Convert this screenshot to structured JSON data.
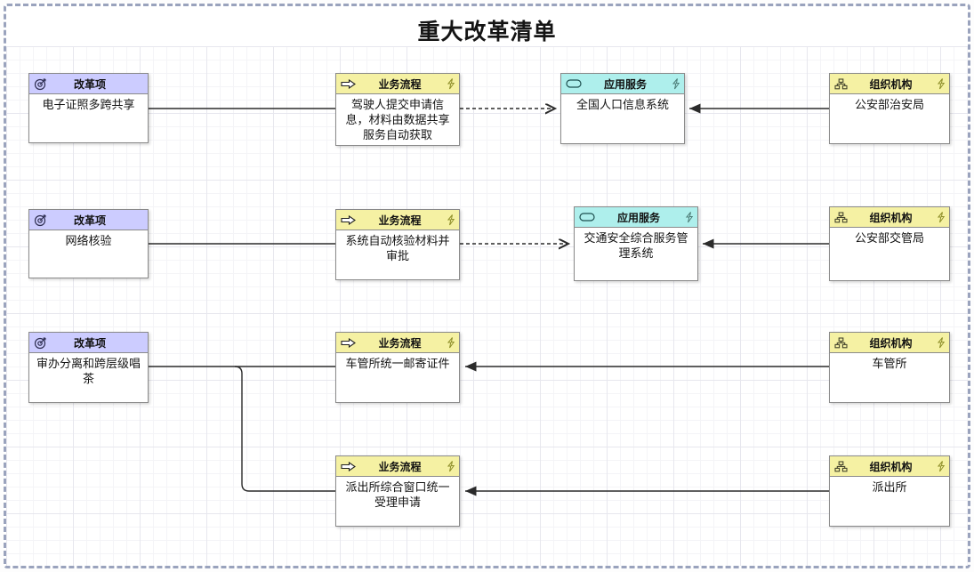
{
  "title": "重大改革清单",
  "colors": {
    "reform_header": "#ccccff",
    "business_header": "#f5f1a3",
    "application_header": "#aeefec",
    "organization_header": "#f5f1a3",
    "canvas_border": "#9aa3bd",
    "edge": "#2b2b2b"
  },
  "type_labels": {
    "reform": "改革项",
    "business": "业务流程",
    "application": "应用服务",
    "organization": "组织机构"
  },
  "nodes": [
    {
      "id": "r1",
      "type": "reform",
      "type_label": "改革项",
      "name": "电子证照多跨共享"
    },
    {
      "id": "b1",
      "type": "business",
      "type_label": "业务流程",
      "name": "驾驶人提交申请信息，材料由数据共享服务自动获取"
    },
    {
      "id": "a1",
      "type": "application",
      "type_label": "应用服务",
      "name": "全国人口信息系统"
    },
    {
      "id": "o1",
      "type": "organization",
      "type_label": "组织机构",
      "name": "公安部治安局"
    },
    {
      "id": "r2",
      "type": "reform",
      "type_label": "改革项",
      "name": "网络核验"
    },
    {
      "id": "b2",
      "type": "business",
      "type_label": "业务流程",
      "name": "系统自动核验材料并审批"
    },
    {
      "id": "a2",
      "type": "application",
      "type_label": "应用服务",
      "name": "交通安全综合服务管理系统"
    },
    {
      "id": "o2",
      "type": "organization",
      "type_label": "组织机构",
      "name": "公安部交管局"
    },
    {
      "id": "r3",
      "type": "reform",
      "type_label": "改革项",
      "name": "审办分离和跨层级唱茶"
    },
    {
      "id": "b3",
      "type": "business",
      "type_label": "业务流程",
      "name": "车管所统一邮寄证件"
    },
    {
      "id": "o3",
      "type": "organization",
      "type_label": "组织机构",
      "name": "车管所"
    },
    {
      "id": "b4",
      "type": "business",
      "type_label": "业务流程",
      "name": "派出所综合窗口统一受理申请"
    },
    {
      "id": "o4",
      "type": "organization",
      "type_label": "组织机构",
      "name": "派出所"
    }
  ],
  "edges": [
    {
      "from": "r1",
      "to": "b1",
      "style": "solid-plain"
    },
    {
      "from": "b1",
      "to": "a1",
      "style": "dashed-open-arrow"
    },
    {
      "from": "o1",
      "to": "a1",
      "style": "solid-filled-arrow"
    },
    {
      "from": "r2",
      "to": "b2",
      "style": "solid-plain"
    },
    {
      "from": "b2",
      "to": "a2",
      "style": "dashed-open-arrow"
    },
    {
      "from": "o2",
      "to": "a2",
      "style": "solid-filled-arrow"
    },
    {
      "from": "r3",
      "to": "b3",
      "style": "solid-plain"
    },
    {
      "from": "r3",
      "to": "b4",
      "style": "solid-plain-elbow"
    },
    {
      "from": "o3",
      "to": "b3",
      "style": "solid-filled-arrow"
    },
    {
      "from": "o4",
      "to": "b4",
      "style": "solid-filled-arrow"
    }
  ]
}
